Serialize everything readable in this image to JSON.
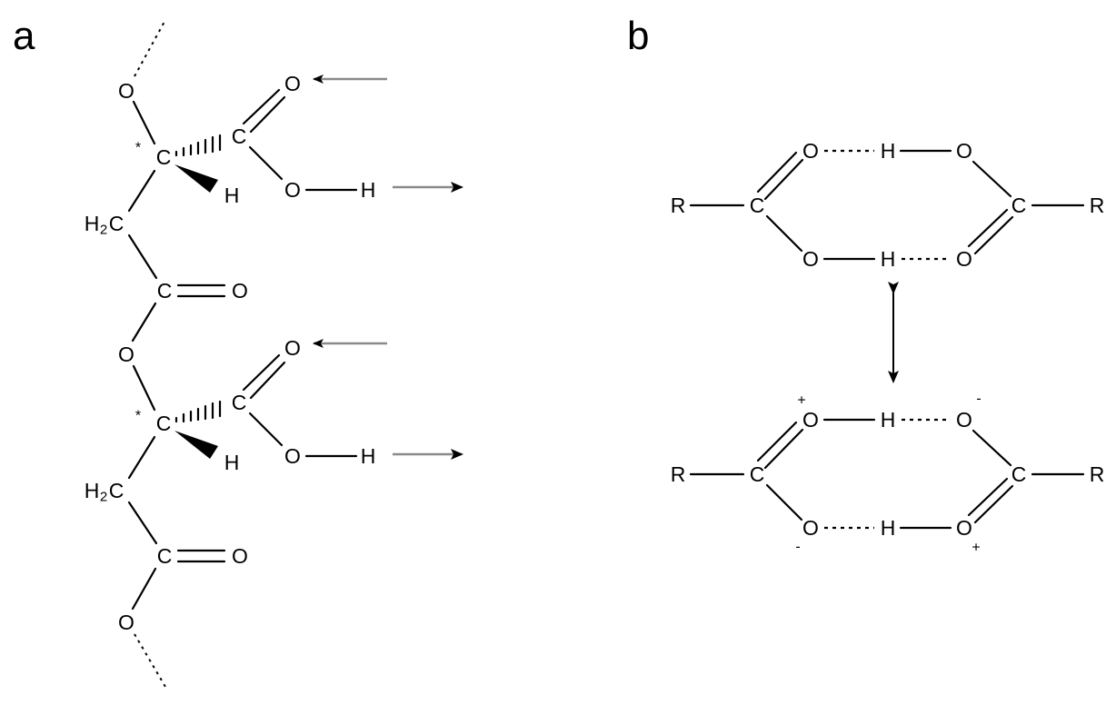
{
  "panels": {
    "a": {
      "label": "a"
    },
    "b": {
      "label": "b"
    }
  },
  "atoms": {
    "O": "O",
    "C": "C",
    "H": "H",
    "R": "R",
    "H2C_H": "H",
    "H2C_2": "2",
    "H2C_C": "C"
  },
  "charges": {
    "plus": "+",
    "minus": "-",
    "chiral": "*"
  },
  "colors": {
    "ink": "#000000",
    "arrow": "#8a8a8a"
  }
}
